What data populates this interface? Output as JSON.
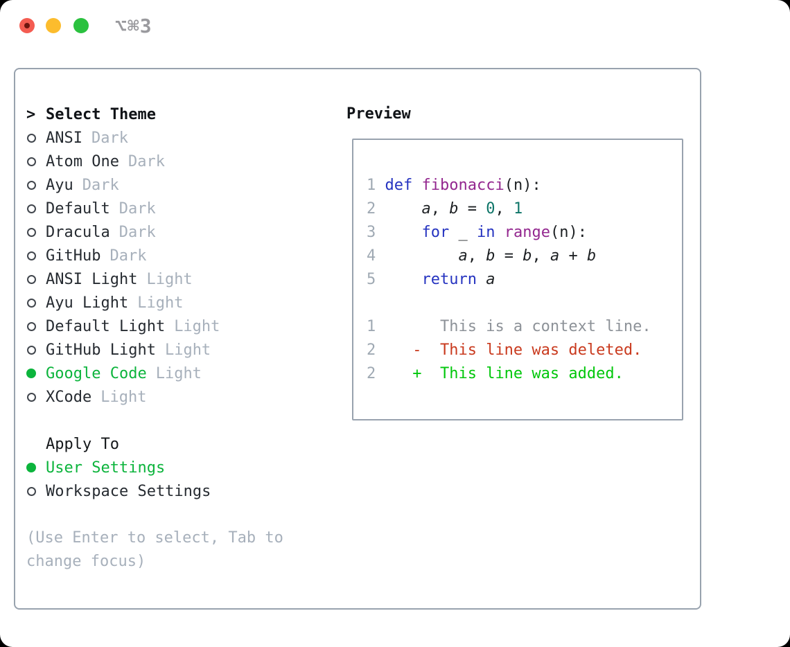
{
  "titlebar": {
    "shortcut": "⌥⌘3",
    "buttons": [
      "close",
      "minimize",
      "zoom"
    ]
  },
  "colors": {
    "keyword_blue": "#2533c0",
    "function_purple": "#93278f",
    "number_teal": "#0e7568",
    "plain_text": "#1d2023",
    "selected_green": "#0cb43c",
    "added_green": "#00c70b",
    "deleted_red": "#c93a1e",
    "context_gray": "#8d9298",
    "line_number_gray": "#9fa9b3",
    "muted_gray": "#a7b0bb",
    "border_gray": "#98a2ae",
    "text_dark": "#24292e",
    "close_red": "#f45c51",
    "close_red_dot": "#6e150e",
    "minimize_yellow": "#fcbc2d",
    "zoom_green": "#2bc13f",
    "shortcut_gray": "#9a9a9e"
  },
  "theme_picker": {
    "header_marker": ">",
    "header": "Select Theme",
    "items": [
      {
        "name": "ANSI",
        "variant": "Dark",
        "selected": false
      },
      {
        "name": "Atom One",
        "variant": "Dark",
        "selected": false
      },
      {
        "name": "Ayu",
        "variant": "Dark",
        "selected": false
      },
      {
        "name": "Default",
        "variant": "Dark",
        "selected": false
      },
      {
        "name": "Dracula",
        "variant": "Dark",
        "selected": false
      },
      {
        "name": "GitHub",
        "variant": "Dark",
        "selected": false
      },
      {
        "name": "ANSI Light",
        "variant": "Light",
        "selected": false
      },
      {
        "name": "Ayu Light",
        "variant": "Light",
        "selected": false
      },
      {
        "name": "Default Light",
        "variant": "Light",
        "selected": false
      },
      {
        "name": "GitHub Light",
        "variant": "Light",
        "selected": false
      },
      {
        "name": "Google Code",
        "variant": "Light",
        "selected": true
      },
      {
        "name": "XCode",
        "variant": "Light",
        "selected": false
      }
    ]
  },
  "apply_to": {
    "header": "Apply To",
    "options": [
      {
        "label": "User Settings",
        "selected": true
      },
      {
        "label": "Workspace Settings",
        "selected": false
      }
    ]
  },
  "footer_hint_lines": [
    "(Use Enter to select, Tab to",
    "change focus)"
  ],
  "preview": {
    "title": "Preview",
    "lines": [
      {
        "kind": "code-line",
        "tokens": [
          {
            "t": "1 ",
            "c": "ln"
          },
          {
            "t": "def",
            "c": "kw"
          },
          {
            "t": " ",
            "c": "p"
          },
          {
            "t": "fibonacci",
            "c": "fn"
          },
          {
            "t": "(n):",
            "c": "p"
          }
        ]
      },
      {
        "kind": "code-line",
        "tokens": [
          {
            "t": "2 ",
            "c": "ln"
          },
          {
            "t": "    ",
            "c": "p"
          },
          {
            "t": "a",
            "c": "var"
          },
          {
            "t": ", ",
            "c": "p"
          },
          {
            "t": "b",
            "c": "var"
          },
          {
            "t": " = ",
            "c": "p"
          },
          {
            "t": "0",
            "c": "num"
          },
          {
            "t": ", ",
            "c": "p"
          },
          {
            "t": "1",
            "c": "num"
          }
        ]
      },
      {
        "kind": "code-line",
        "tokens": [
          {
            "t": "3 ",
            "c": "ln"
          },
          {
            "t": "    ",
            "c": "p"
          },
          {
            "t": "for",
            "c": "kw"
          },
          {
            "t": " ",
            "c": "p"
          },
          {
            "t": "_",
            "c": "p"
          },
          {
            "t": " ",
            "c": "p"
          },
          {
            "t": "in",
            "c": "kw"
          },
          {
            "t": " ",
            "c": "p"
          },
          {
            "t": "range",
            "c": "fn"
          },
          {
            "t": "(n):",
            "c": "p"
          }
        ]
      },
      {
        "kind": "code-line",
        "tokens": [
          {
            "t": "4 ",
            "c": "ln"
          },
          {
            "t": "        ",
            "c": "p"
          },
          {
            "t": "a",
            "c": "var"
          },
          {
            "t": ", ",
            "c": "p"
          },
          {
            "t": "b",
            "c": "var"
          },
          {
            "t": " = ",
            "c": "p"
          },
          {
            "t": "b",
            "c": "var"
          },
          {
            "t": ", ",
            "c": "p"
          },
          {
            "t": "a",
            "c": "var"
          },
          {
            "t": " + ",
            "c": "p"
          },
          {
            "t": "b",
            "c": "var"
          }
        ]
      },
      {
        "kind": "code-line",
        "tokens": [
          {
            "t": "5 ",
            "c": "ln"
          },
          {
            "t": "    ",
            "c": "p"
          },
          {
            "t": "return",
            "c": "kw"
          },
          {
            "t": " ",
            "c": "p"
          },
          {
            "t": "a",
            "c": "var"
          }
        ]
      },
      {
        "kind": "blank-line",
        "tokens": []
      },
      {
        "kind": "diff-context-line",
        "tokens": [
          {
            "t": "1",
            "c": "ln"
          },
          {
            "t": "       ",
            "c": "p"
          },
          {
            "t": "This is a context line.",
            "c": "ctx"
          }
        ]
      },
      {
        "kind": "diff-deleted-line",
        "tokens": [
          {
            "t": "2",
            "c": "ln"
          },
          {
            "t": "    ",
            "c": "p"
          },
          {
            "t": "-  This line was deleted.",
            "c": "del"
          }
        ]
      },
      {
        "kind": "diff-added-line",
        "tokens": [
          {
            "t": "2",
            "c": "ln"
          },
          {
            "t": "    ",
            "c": "p"
          },
          {
            "t": "+  This line was added.",
            "c": "add"
          }
        ]
      }
    ]
  }
}
